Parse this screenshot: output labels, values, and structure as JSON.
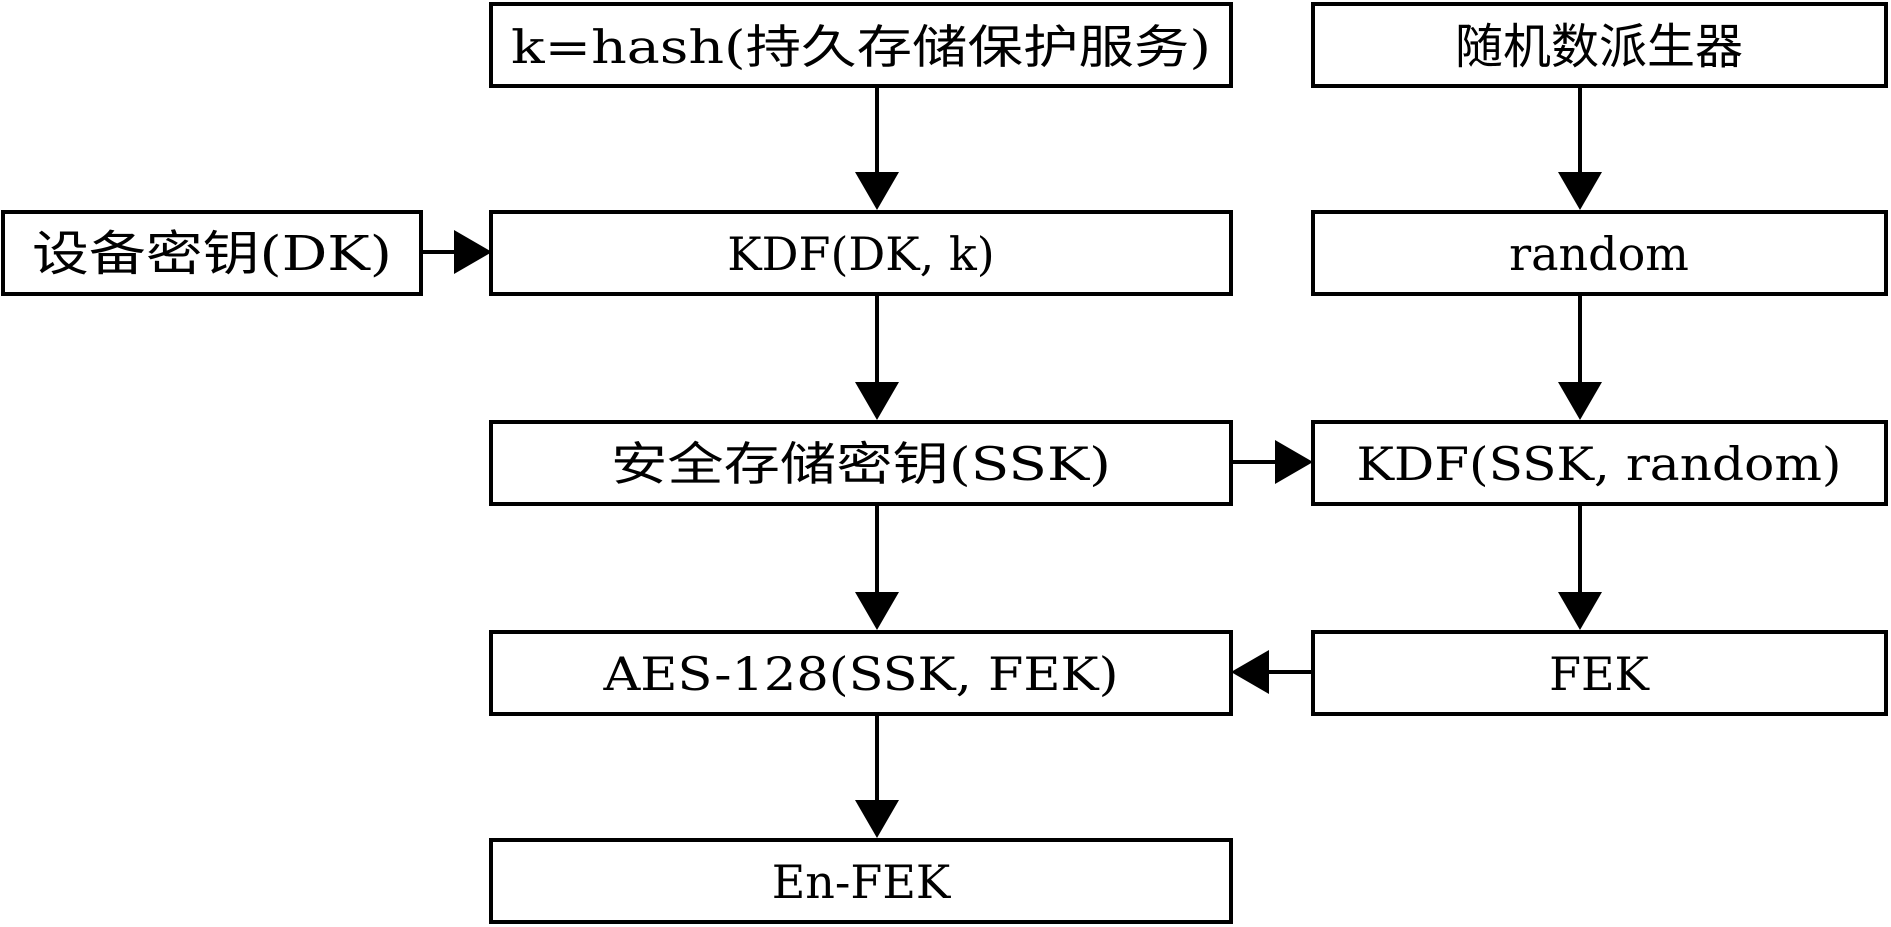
{
  "diagram": {
    "nodes": {
      "hash_k": "k=hash(持久存储保护服务)",
      "rng": "随机数派生器",
      "dk": "设备密钥(DK)",
      "kdf_dk_k": "KDF(DK, k)",
      "random": "random",
      "ssk": "安全存储密钥(SSK)",
      "kdf_ssk_random": "KDF(SSK, random)",
      "aes": "AES-128(SSK, FEK)",
      "fek": "FEK",
      "en_fek": "En-FEK"
    },
    "edges": [
      {
        "from": "hash_k",
        "to": "kdf_dk_k"
      },
      {
        "from": "dk",
        "to": "kdf_dk_k"
      },
      {
        "from": "kdf_dk_k",
        "to": "ssk"
      },
      {
        "from": "ssk",
        "to": "aes"
      },
      {
        "from": "aes",
        "to": "en_fek"
      },
      {
        "from": "rng",
        "to": "random"
      },
      {
        "from": "random",
        "to": "kdf_ssk_random"
      },
      {
        "from": "ssk",
        "to": "kdf_ssk_random"
      },
      {
        "from": "kdf_ssk_random",
        "to": "fek"
      },
      {
        "from": "fek",
        "to": "aes"
      }
    ]
  }
}
